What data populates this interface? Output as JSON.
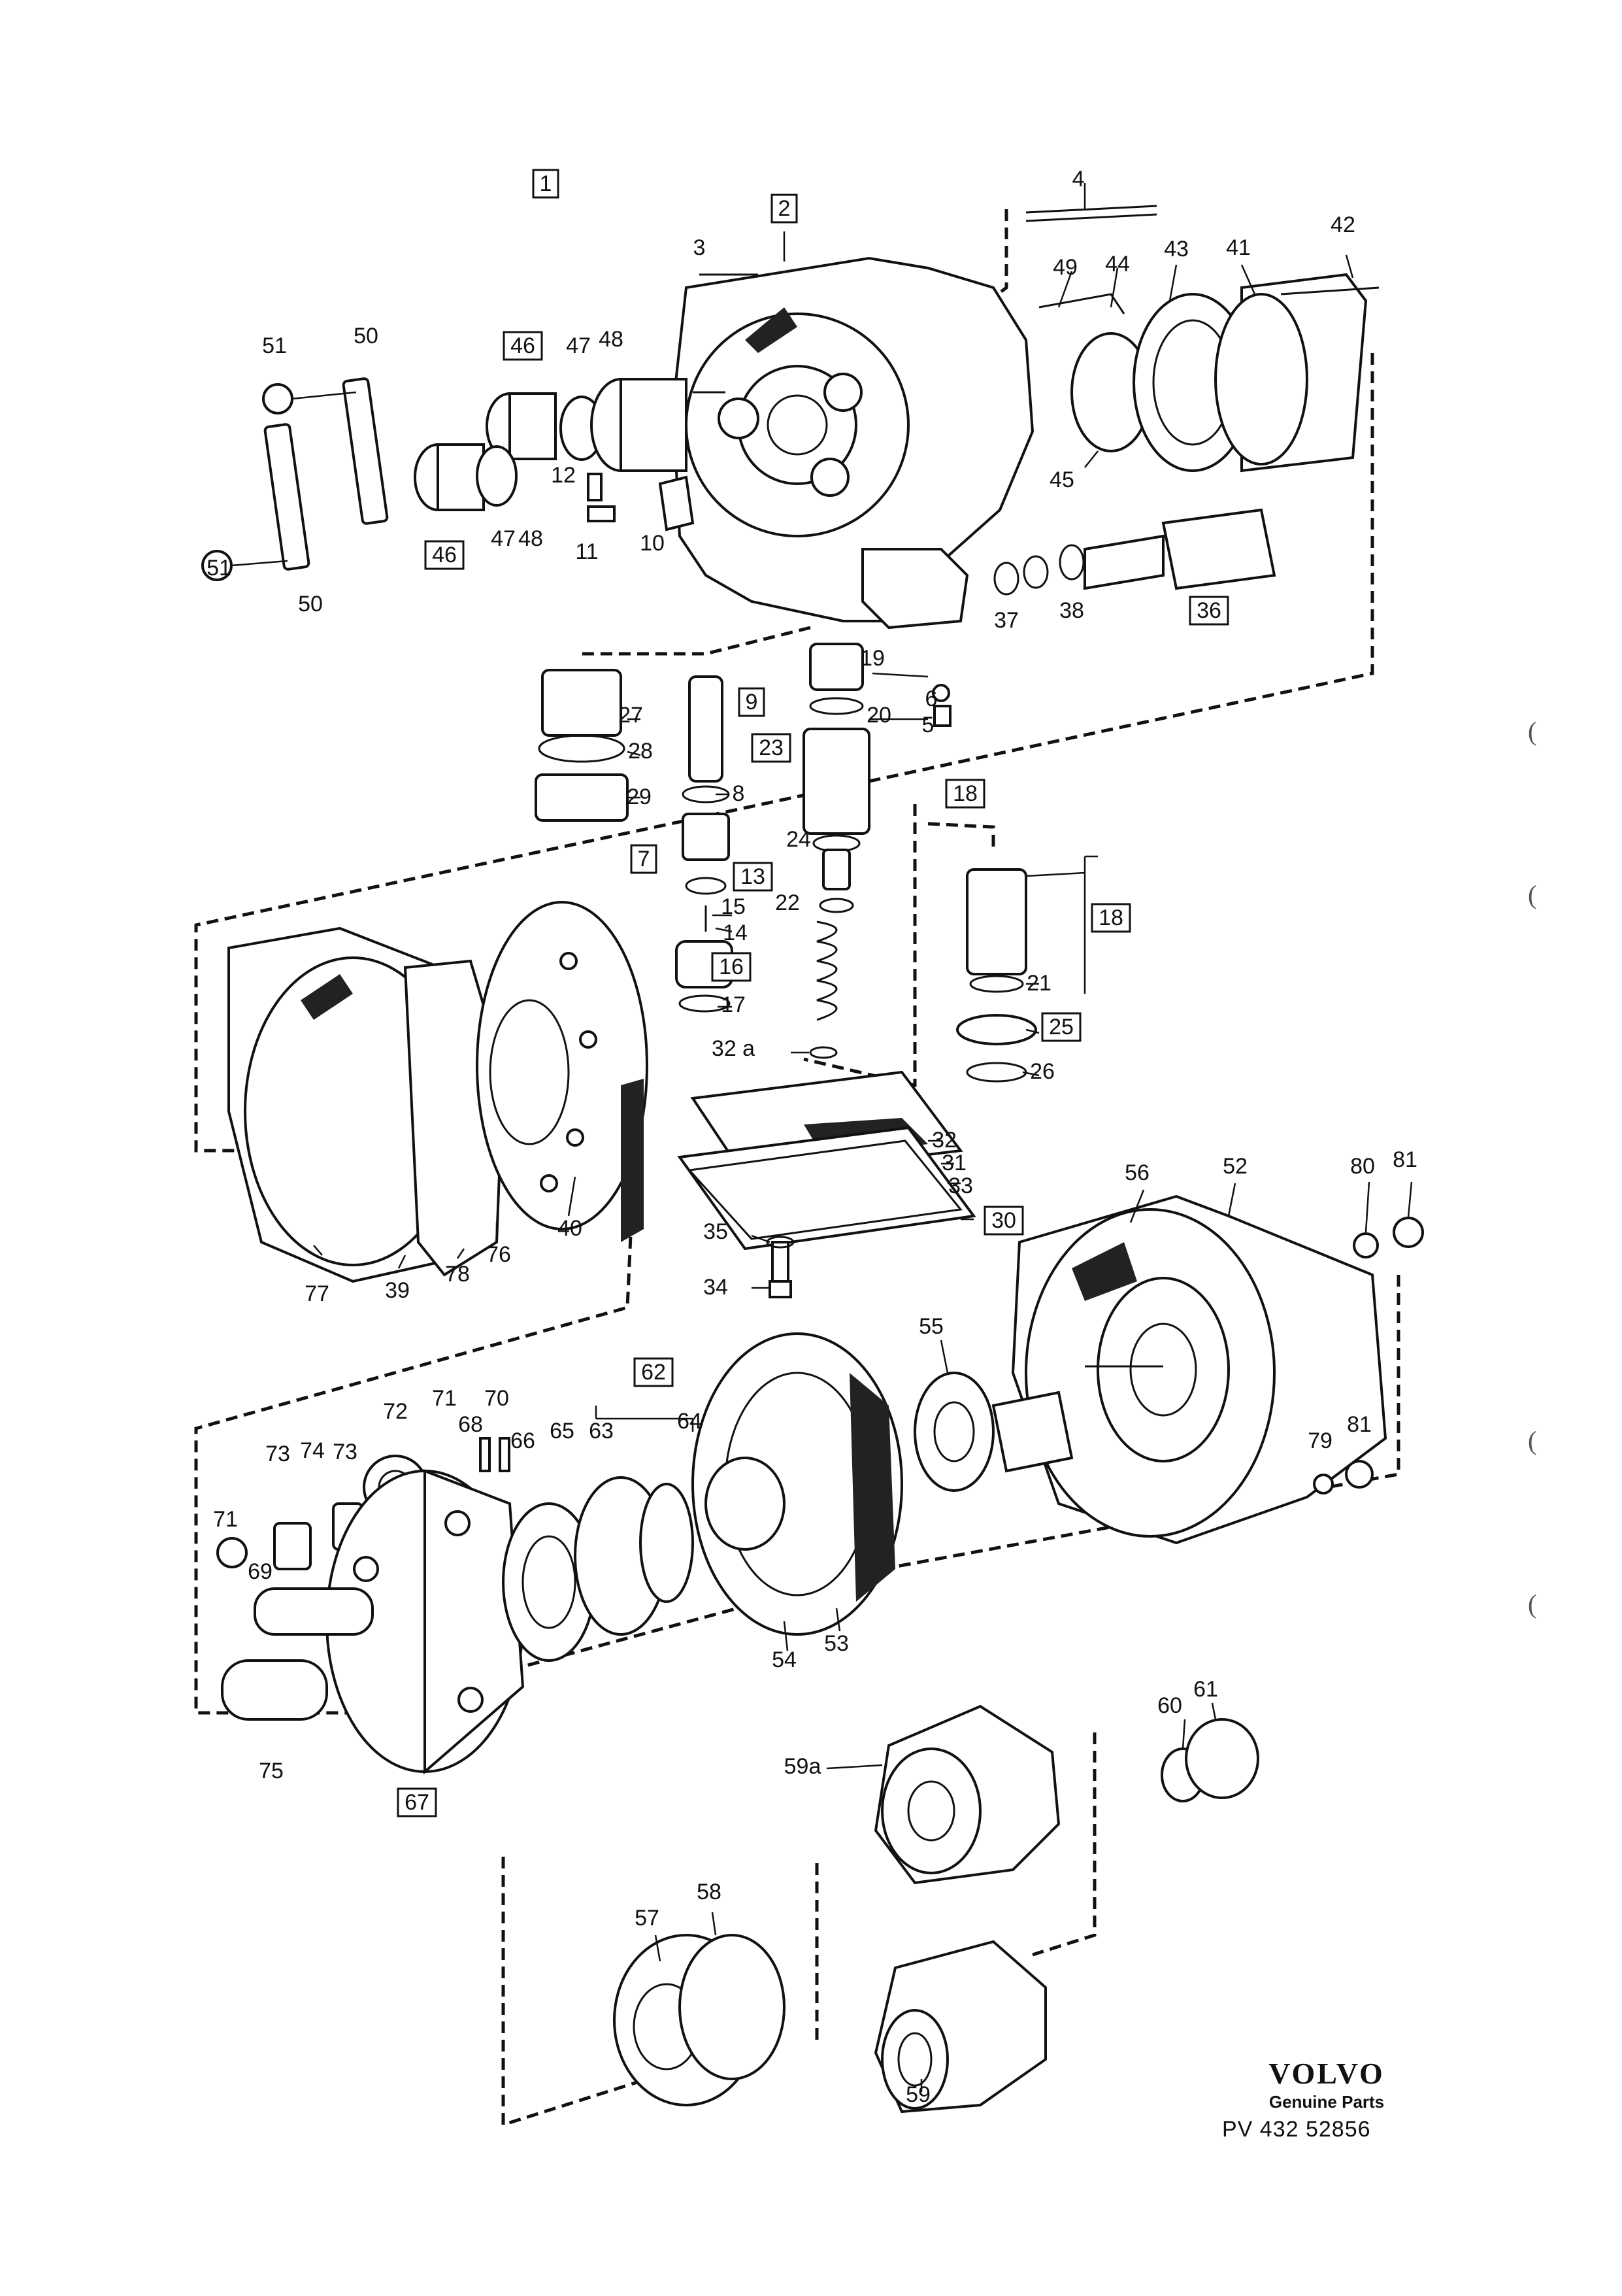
{
  "brand": {
    "name": "VOLVO",
    "subtitle": "Genuine Parts",
    "code": "PV 432   52856"
  },
  "margin_marks": [
    "(",
    "(",
    "(",
    "("
  ],
  "callouts": [
    {
      "text": "1",
      "boxed": true
    },
    {
      "text": "2",
      "boxed": true
    },
    {
      "text": "3",
      "boxed": false
    },
    {
      "text": "4",
      "boxed": false
    },
    {
      "text": "42",
      "boxed": false
    },
    {
      "text": "49",
      "boxed": false
    },
    {
      "text": "44",
      "boxed": false
    },
    {
      "text": "43",
      "boxed": false
    },
    {
      "text": "41",
      "boxed": false
    },
    {
      "text": "51",
      "boxed": false
    },
    {
      "text": "50",
      "boxed": false
    },
    {
      "text": "46",
      "boxed": true
    },
    {
      "text": "47",
      "boxed": false
    },
    {
      "text": "48",
      "boxed": false
    },
    {
      "text": "12",
      "boxed": false
    },
    {
      "text": "45",
      "boxed": false
    },
    {
      "text": "51",
      "boxed": false
    },
    {
      "text": "46",
      "boxed": true
    },
    {
      "text": "47",
      "boxed": false
    },
    {
      "text": "48",
      "boxed": false
    },
    {
      "text": "11",
      "boxed": false
    },
    {
      "text": "10",
      "boxed": false
    },
    {
      "text": "50",
      "boxed": false
    },
    {
      "text": "37",
      "boxed": false
    },
    {
      "text": "38",
      "boxed": false
    },
    {
      "text": "36",
      "boxed": true
    },
    {
      "text": "19",
      "boxed": false
    },
    {
      "text": "6",
      "boxed": false
    },
    {
      "text": "9",
      "boxed": true
    },
    {
      "text": "20",
      "boxed": false
    },
    {
      "text": "5",
      "boxed": false
    },
    {
      "text": "27",
      "boxed": false
    },
    {
      "text": "28",
      "boxed": false
    },
    {
      "text": "23",
      "boxed": true
    },
    {
      "text": "29",
      "boxed": false
    },
    {
      "text": "8",
      "boxed": false
    },
    {
      "text": "18",
      "boxed": true
    },
    {
      "text": "24",
      "boxed": false
    },
    {
      "text": "7",
      "boxed": true
    },
    {
      "text": "13",
      "boxed": true
    },
    {
      "text": "18",
      "boxed": true
    },
    {
      "text": "15",
      "boxed": false
    },
    {
      "text": "22",
      "boxed": false
    },
    {
      "text": "14",
      "boxed": false
    },
    {
      "text": "16",
      "boxed": true
    },
    {
      "text": "21",
      "boxed": false
    },
    {
      "text": "17",
      "boxed": false
    },
    {
      "text": "25",
      "boxed": true
    },
    {
      "text": "32 a",
      "boxed": false
    },
    {
      "text": "26",
      "boxed": false
    },
    {
      "text": "32",
      "boxed": false
    },
    {
      "text": "31",
      "boxed": false
    },
    {
      "text": "56",
      "boxed": false
    },
    {
      "text": "52",
      "boxed": false
    },
    {
      "text": "80",
      "boxed": false
    },
    {
      "text": "81",
      "boxed": false
    },
    {
      "text": "33",
      "boxed": false
    },
    {
      "text": "30",
      "boxed": true
    },
    {
      "text": "40",
      "boxed": false
    },
    {
      "text": "35",
      "boxed": false
    },
    {
      "text": "76",
      "boxed": false
    },
    {
      "text": "77",
      "boxed": false
    },
    {
      "text": "39",
      "boxed": false
    },
    {
      "text": "78",
      "boxed": false
    },
    {
      "text": "34",
      "boxed": false
    },
    {
      "text": "55",
      "boxed": false
    },
    {
      "text": "62",
      "boxed": true
    },
    {
      "text": "72",
      "boxed": false
    },
    {
      "text": "71",
      "boxed": false
    },
    {
      "text": "70",
      "boxed": false
    },
    {
      "text": "73",
      "boxed": false
    },
    {
      "text": "74",
      "boxed": false
    },
    {
      "text": "73",
      "boxed": false
    },
    {
      "text": "68",
      "boxed": false
    },
    {
      "text": "65",
      "boxed": false
    },
    {
      "text": "63",
      "boxed": false
    },
    {
      "text": "64",
      "boxed": false
    },
    {
      "text": "66",
      "boxed": false
    },
    {
      "text": "79",
      "boxed": false
    },
    {
      "text": "81",
      "boxed": false
    },
    {
      "text": "71",
      "boxed": false
    },
    {
      "text": "69",
      "boxed": false
    },
    {
      "text": "54",
      "boxed": false
    },
    {
      "text": "53",
      "boxed": false
    },
    {
      "text": "75",
      "boxed": false
    },
    {
      "text": "67",
      "boxed": true
    },
    {
      "text": "60",
      "boxed": false
    },
    {
      "text": "61",
      "boxed": false
    },
    {
      "text": "59a",
      "boxed": false
    },
    {
      "text": "57",
      "boxed": false
    },
    {
      "text": "58",
      "boxed": false
    },
    {
      "text": "59",
      "boxed": false
    }
  ]
}
